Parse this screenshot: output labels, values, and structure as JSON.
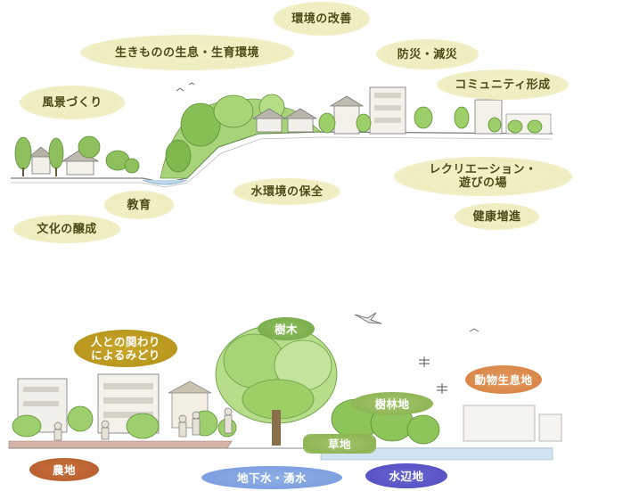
{
  "top_labels": {
    "kankyo_kaizen": "環境の改善",
    "seibutsu": "生きものの生息・生育環境",
    "bousai": "防災・減災",
    "community": "コミュニティ形成",
    "fukei": "風景づくり",
    "recreation_line1": "レクリエーション・",
    "recreation_line2": "遊びの場",
    "mizu_hozen": "水環境の保全",
    "kyoiku": "教育",
    "kenko": "健康増進",
    "bunka": "文化の醸成"
  },
  "bottom_labels": {
    "jumoku": "樹木",
    "hito_line1": "人との関わり",
    "hito_line2": "によるみどり",
    "dobutsu": "動物生息地",
    "jurinchi": "樹林地",
    "souchi": "草地",
    "nouchi": "農地",
    "chikasui": "地下水・湧水",
    "mizubechi": "水辺地"
  },
  "colors": {
    "yellow_pill": "#efedbf",
    "green_pill": "#7aae4c",
    "gold_pill": "#b8951c",
    "orange_pill": "#d98648",
    "brown_pill": "#b9612f",
    "blue_pill": "#7d9ee0",
    "purple_pill": "#5752c4"
  }
}
